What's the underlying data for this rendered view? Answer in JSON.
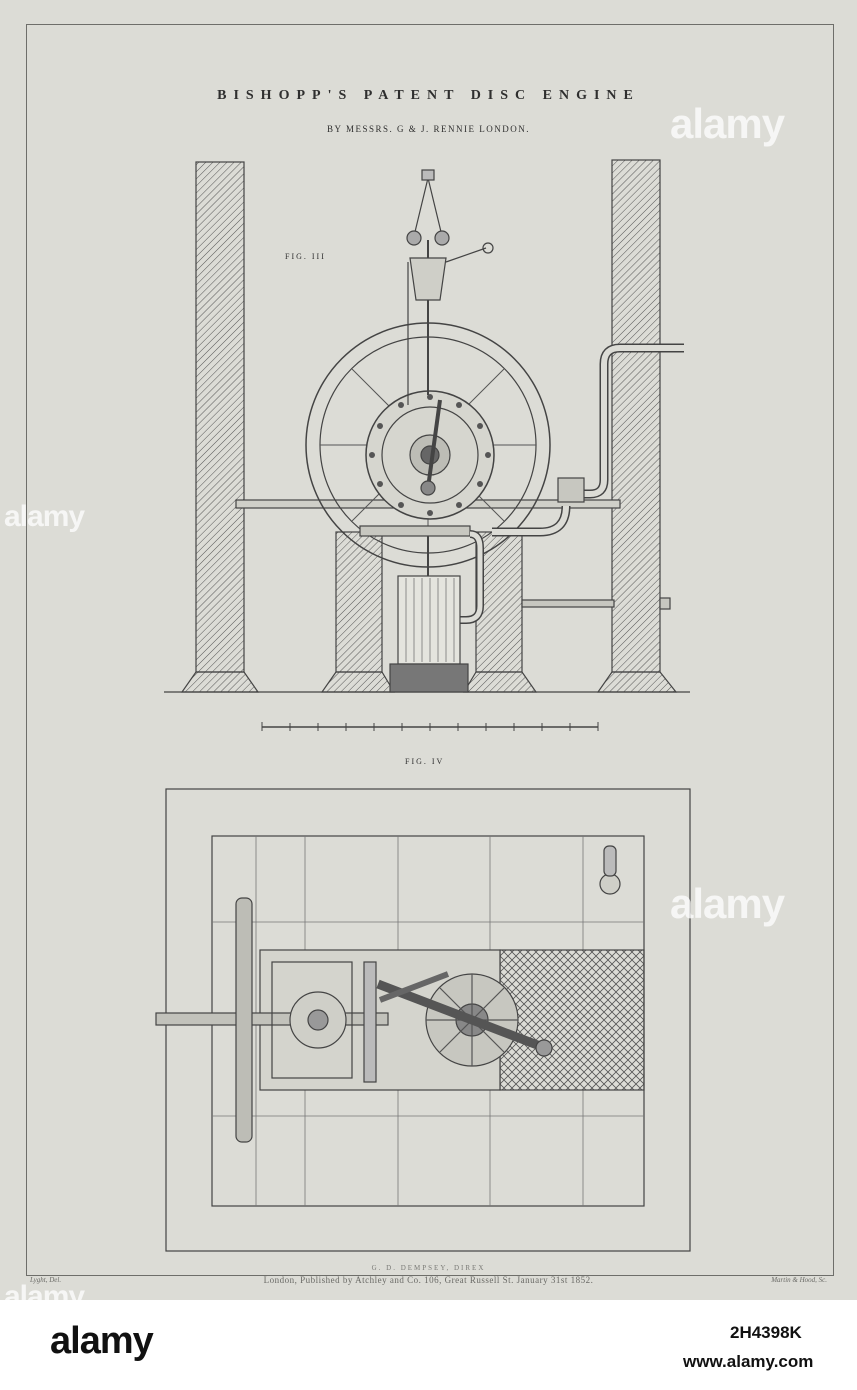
{
  "plate": {
    "title": "BISHOPP'S PATENT DISC ENGINE",
    "subtitle": "BY MESSRS. G & J. RENNIE LONDON.",
    "fig3_label": "FIG. III",
    "fig4_label": "FIG. IV",
    "director": "G. D. DEMPSEY, DIREX",
    "publisher": "London, Published by Atchley and Co. 106, Great Russell St. January 31st 1852.",
    "artist": "Lyght, Del.",
    "engraver": "Martin & Hood, Sc."
  },
  "watermark": {
    "text": "alamy"
  },
  "footer": {
    "logo": "alamy",
    "stock_id": "2H4398K",
    "site": "www.alamy.com"
  }
}
